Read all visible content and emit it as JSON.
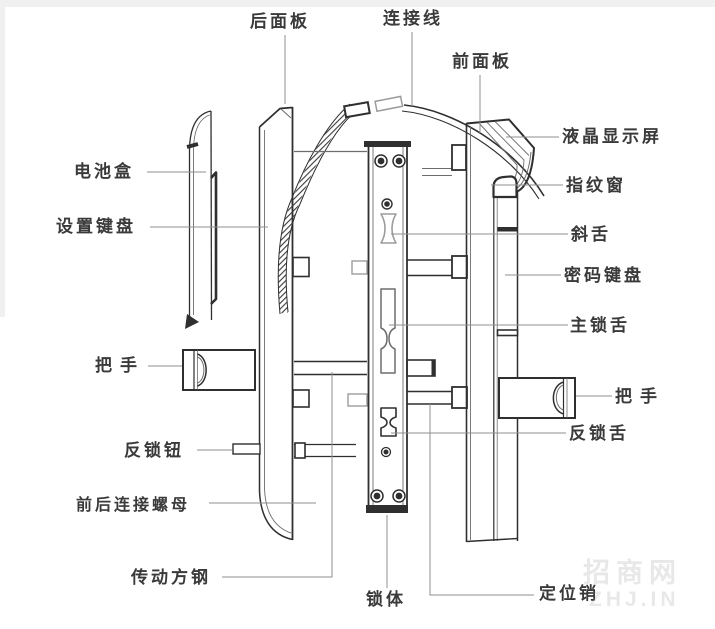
{
  "labels": {
    "top": {
      "back_panel": "后面板",
      "connection_wire": "连接线",
      "front_panel": "前面板"
    },
    "right": {
      "lcd_screen": "液晶显示屏",
      "fingerprint_window": "指纹窗",
      "latch_bolt": "斜舌",
      "password_keypad": "密码键盘",
      "main_bolt": "主锁舌",
      "handle": "把手",
      "anti_lock_bolt": "反锁舌"
    },
    "left": {
      "battery_box": "电池盒",
      "setting_keypad": "设置键盘",
      "handle": "把手",
      "anti_lock_knob": "反锁钮",
      "front_rear_connecting_nut": "前后连接螺母"
    },
    "bottom": {
      "drive_square_bar": "传动方钢",
      "lock_body": "锁体",
      "positioning_pin": "定位销"
    }
  },
  "watermark": {
    "line1": "招商网",
    "line2": "ZHJ.IN"
  },
  "colors": {
    "line": "#2f2f2f",
    "leader": "#8f8f8f",
    "label_text": "#3a3a3a",
    "background": "#ffffff",
    "watermark": "#8e8e8e"
  }
}
